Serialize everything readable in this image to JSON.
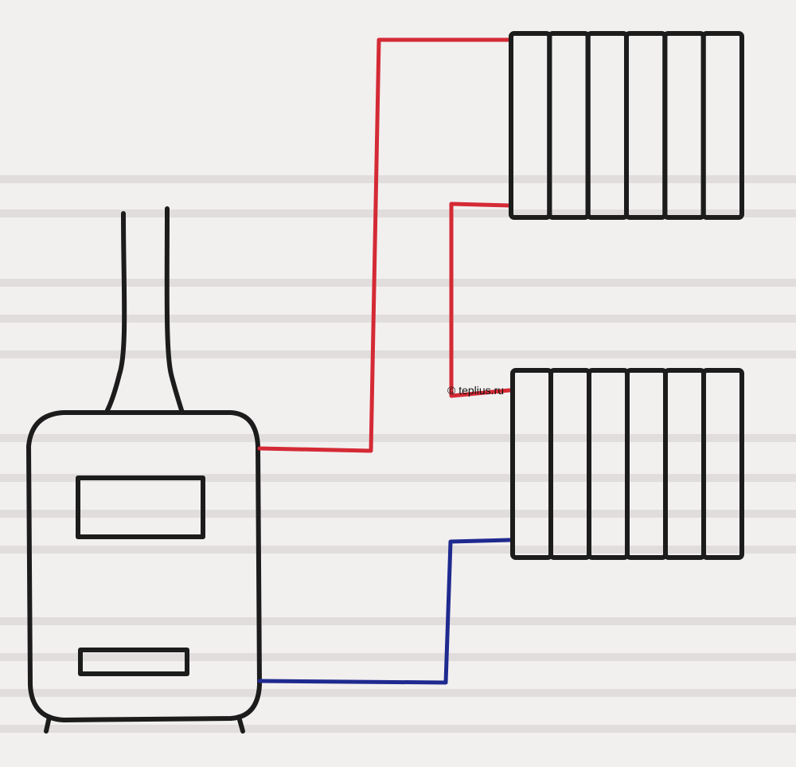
{
  "watermark": "© teplius.ru",
  "colors": {
    "supply": "#d42a35",
    "return": "#1f2a8f",
    "ink": "#1c1c1c",
    "paper": "#f2efef"
  },
  "radiators": [
    {
      "sections": 6
    },
    {
      "sections": 6
    }
  ]
}
